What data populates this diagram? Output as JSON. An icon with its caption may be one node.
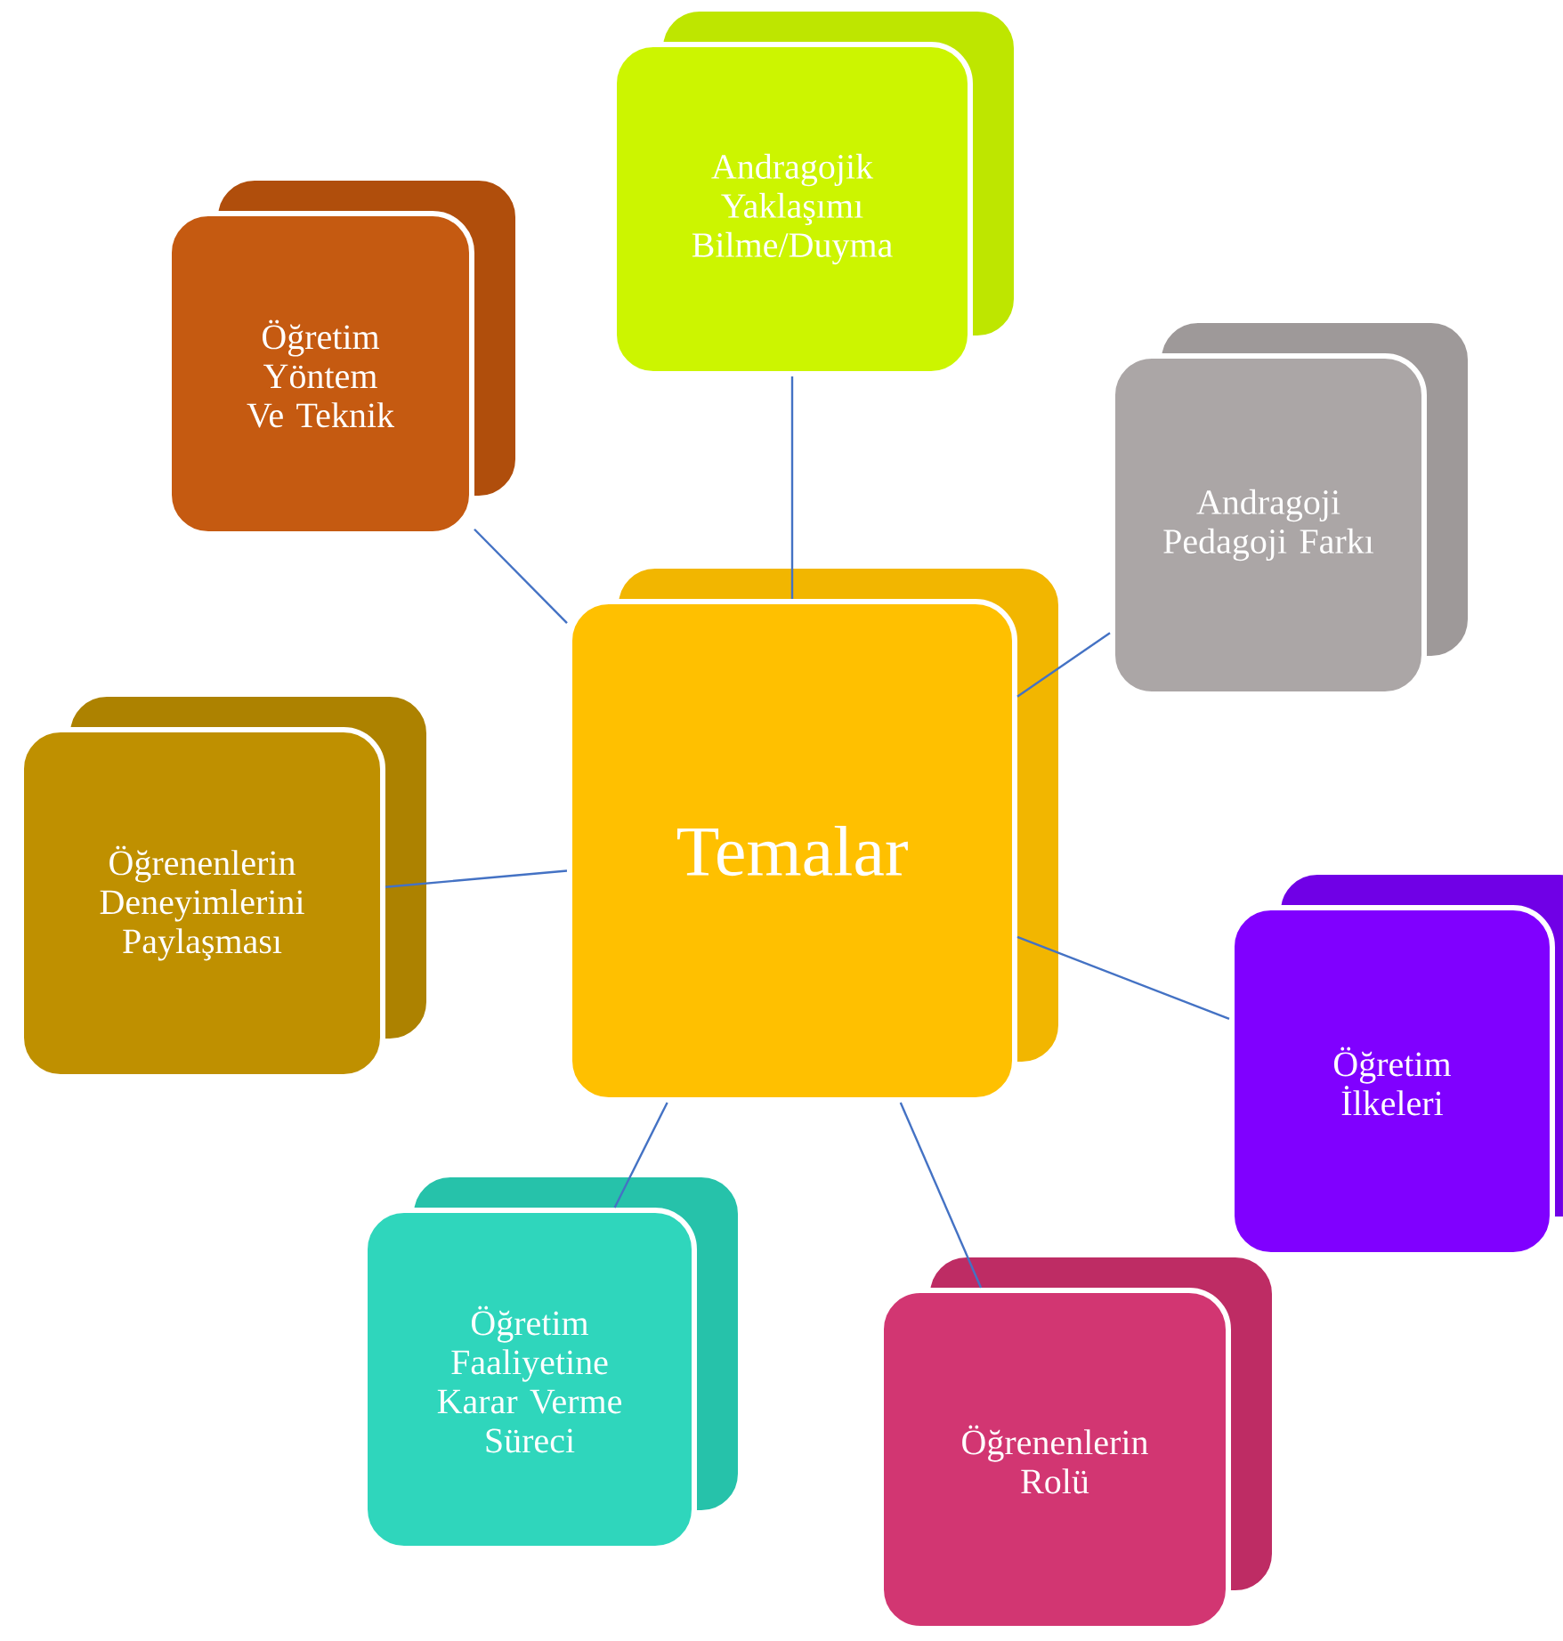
{
  "diagram": {
    "nodes": [
      {
        "text": [
          "Temalar"
        ]
      },
      {
        "text": [
          "Andragojik Yaklaşımı Bilme/Duyma"
        ]
      },
      {
        "text": [
          "Öğretim Yöntem Ve Teknik"
        ]
      },
      {
        "text": [
          "Andragoji Pedagoji Farkı"
        ]
      },
      {
        "text": [
          "Öğrenenlerin Deneyimlerini Paylaşması"
        ]
      },
      {
        "text": [
          "Öğretim İlkeleri"
        ]
      },
      {
        "text": [
          "Öğretim Faaliyetine Karar Verme Süreci"
        ]
      },
      {
        "text": [
          "Öğrenenlerin Rolü"
        ]
      }
    ],
    "edges": [
      {
        "from": 0,
        "to": 1,
        "arrow": "none"
      },
      {
        "from": 0,
        "to": 2,
        "arrow": "none"
      },
      {
        "from": 0,
        "to": 3,
        "arrow": "none"
      },
      {
        "from": 0,
        "to": 4,
        "arrow": "none"
      },
      {
        "from": 0,
        "to": 5,
        "arrow": "none"
      },
      {
        "from": 0,
        "to": 6,
        "arrow": "none"
      },
      {
        "from": 0,
        "to": 7,
        "arrow": "none"
      }
    ]
  }
}
